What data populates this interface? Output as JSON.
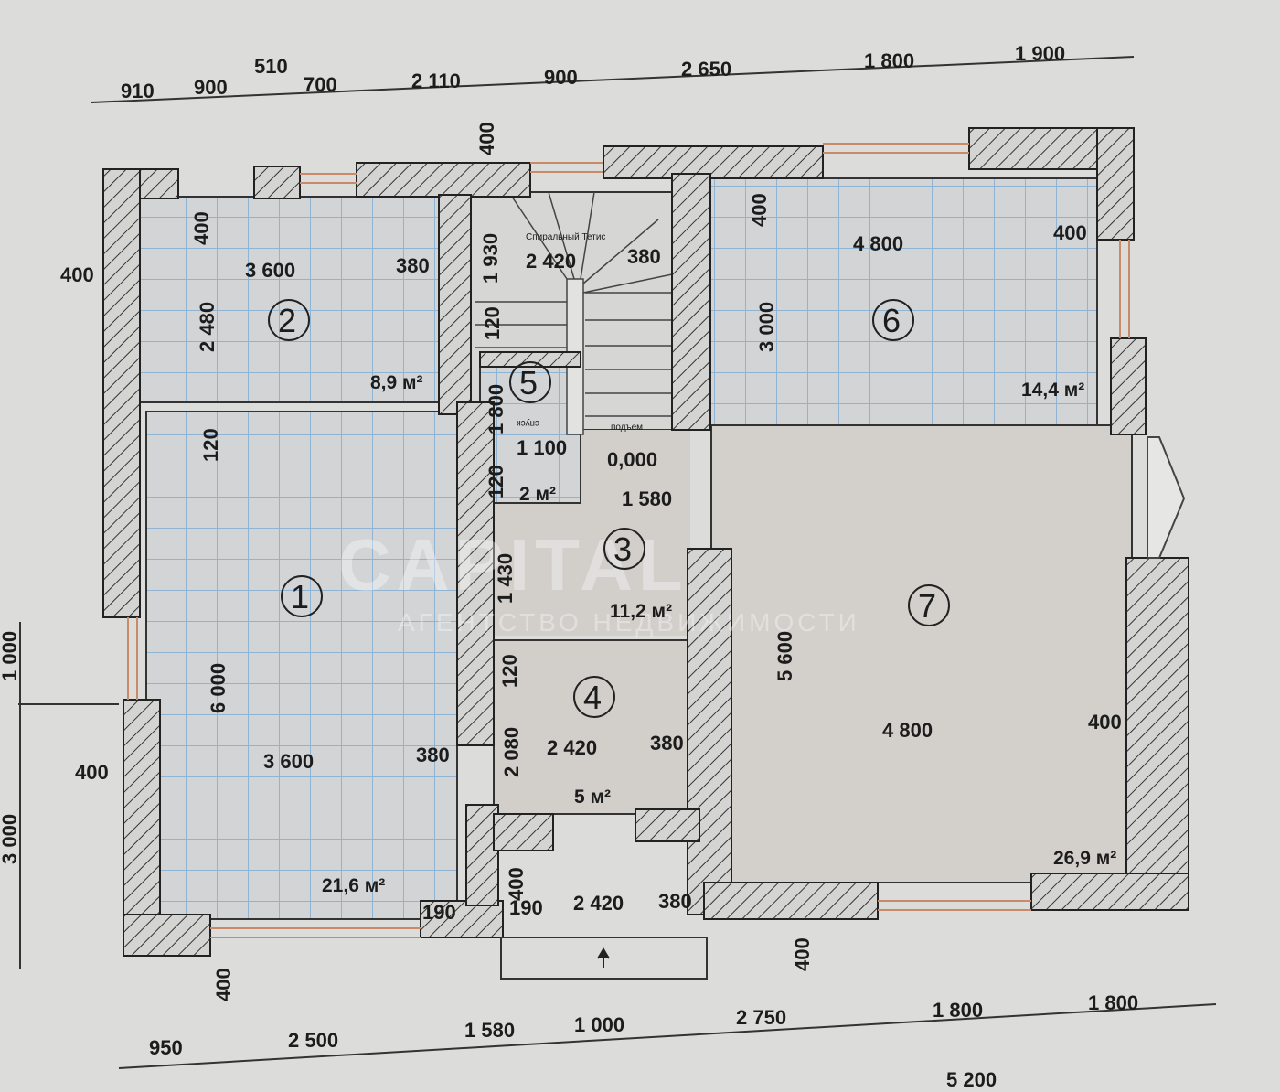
{
  "top_dimensions": [
    "910",
    "900",
    "510",
    "700",
    "2 110",
    "900",
    "2 650",
    "1 800",
    "1 900"
  ],
  "bottom_dimensions": [
    "950",
    "2 500",
    "1 580",
    "1 000",
    "2 750",
    "1 800",
    "1 800",
    "5 200"
  ],
  "left_dimensions": [
    "1 000",
    "3 000"
  ],
  "rooms": [
    {
      "number": "1",
      "area": "21,6 м²"
    },
    {
      "number": "2",
      "area": "8,9 м²"
    },
    {
      "number": "3",
      "area": "11,2 м²"
    },
    {
      "number": "4",
      "area": "5 м²"
    },
    {
      "number": "5",
      "area": "2 м²"
    },
    {
      "number": "6",
      "area": "14,4 м²"
    },
    {
      "number": "7",
      "area": "26,9 м²"
    }
  ],
  "inner_dimensions": {
    "r2_w": "3 600",
    "r2_380": "380",
    "r2_h": "2 480",
    "r2_400": "400",
    "r2_left400": "400",
    "r1_w": "3 600",
    "r1_380": "380",
    "r1_h": "6 000",
    "r1_120": "120",
    "r1_left400": "400",
    "r1_bottom400": "400",
    "r1_190": "190",
    "st_w": "2 420",
    "st_380": "380",
    "st_1930": "1 930",
    "st_120": "120",
    "st_400": "400",
    "r5_1800": "1 800",
    "r5_1100": "1 100",
    "r5_120": "120",
    "level": "0,000",
    "r3_1580": "1 580",
    "r3_1430": "1 430",
    "r4_w": "2 420",
    "r4_380": "380",
    "r4_2080": "2 080",
    "r4_120": "120",
    "ent_190": "190",
    "ent_w": "2 420",
    "ent_380": "380",
    "ent_400": "400",
    "r6_w": "4 800",
    "r6_400": "400",
    "r6_h": "3 000",
    "r6_top400": "400",
    "r7_w": "4 800",
    "r7_400": "400",
    "r7_h": "5 600",
    "r7_bottom400": "400"
  },
  "stair_labels": {
    "up": "подъем",
    "down": "спуск",
    "label": "Спиральный Тетис"
  },
  "watermark": {
    "brand": "CAPITAL",
    "tagline": "АГЕНТСТВО НЕДВИЖИМОСТИ"
  }
}
